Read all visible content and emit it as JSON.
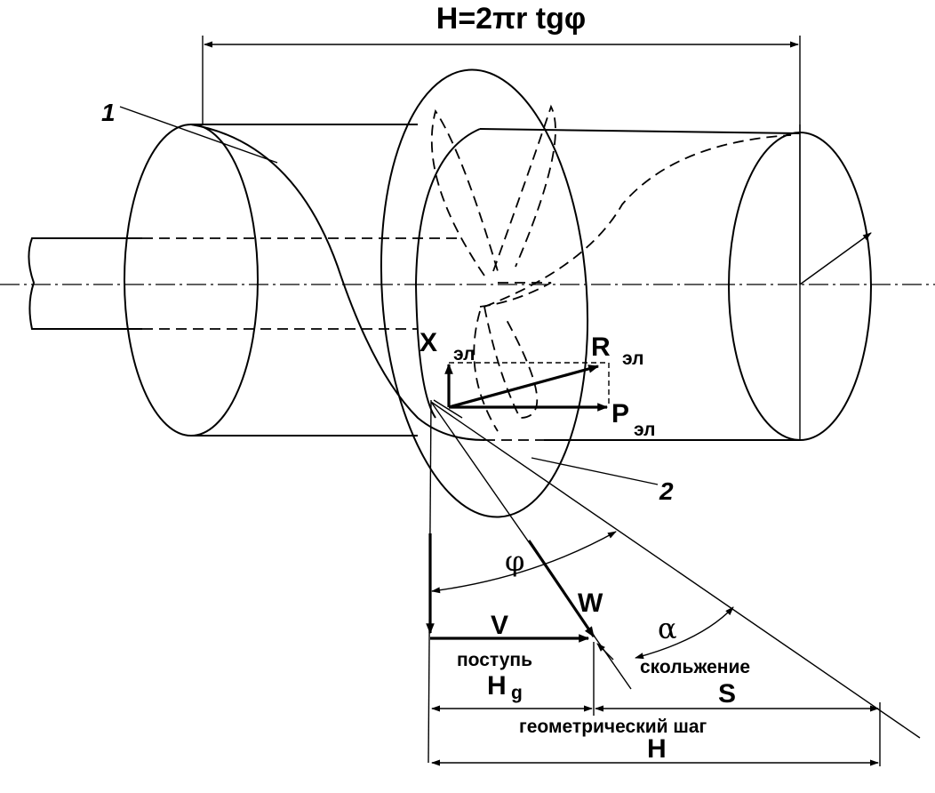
{
  "title_formula": "H=2πr tgφ",
  "labels": {
    "part_1": "1",
    "part_2": "2",
    "x_main": "X",
    "x_sub": "эл",
    "r_main": "R",
    "r_sub": "эл",
    "p_main": "P",
    "p_sub": "эл",
    "phi": "φ",
    "alpha": "α",
    "w": "W",
    "v": "V",
    "s": "S",
    "hg_main": "H",
    "hg_sub": "g",
    "h_bottom": "H",
    "advance": "поступь",
    "slip": "скольжение",
    "geometric_pitch": "геометрический  шаг"
  }
}
